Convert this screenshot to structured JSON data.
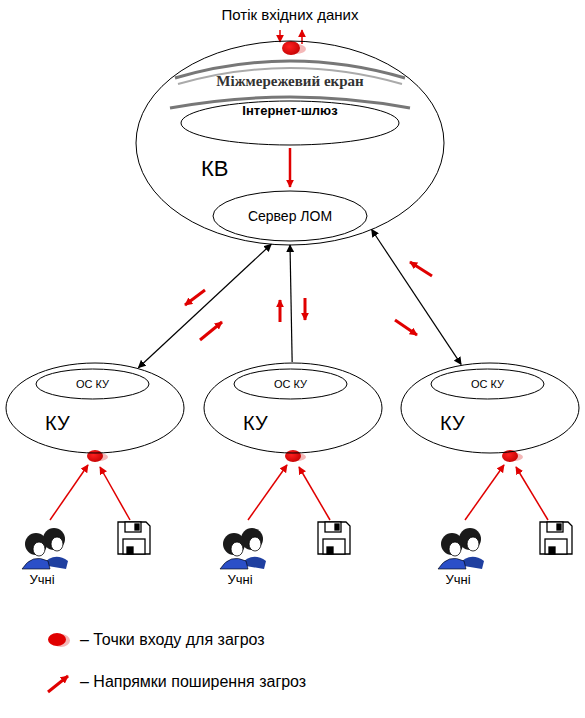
{
  "diagram": {
    "nodes": [
      {
        "text": [
          "КВ"
        ]
      },
      {
        "text": [
          "Міжмережевий екран"
        ],
        "in": 0
      },
      {
        "text": [
          "Інтернет-шлюз"
        ],
        "in": 0
      },
      {
        "text": [
          "Сервер ЛОМ"
        ],
        "in": 0
      },
      {
        "text": [
          "КУ"
        ]
      },
      {
        "text": [
          "ОС КУ"
        ],
        "in": 4
      },
      {
        "text": [
          "КУ"
        ]
      },
      {
        "text": [
          "ОС КУ"
        ],
        "in": 6
      },
      {
        "text": [
          "КУ"
        ]
      },
      {
        "text": [
          "ОС КУ"
        ],
        "in": 8
      }
    ],
    "edges": [
      {
        "from": 4,
        "to": 0,
        "arrow": "both"
      },
      {
        "from": 6,
        "to": 0,
        "arrow": "to"
      },
      {
        "from": 8,
        "to": 0,
        "arrow": "both"
      }
    ],
    "labels": [
      "Потік вхідних даних",
      "Учні",
      "Учні",
      "Учні"
    ],
    "legend": [
      {
        "text": "– Точки входу для загроз",
        "color": "#e00000"
      },
      {
        "text": "– Напрямки поширення загроз"
      }
    ]
  }
}
